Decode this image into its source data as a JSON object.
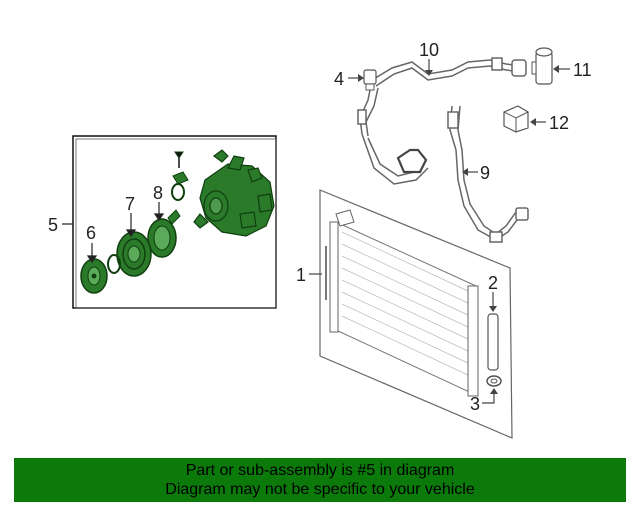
{
  "callouts": {
    "c1": "1",
    "c2": "2",
    "c3": "3",
    "c4": "4",
    "c5": "5",
    "c6": "6",
    "c7": "7",
    "c8": "8",
    "c9": "9",
    "c10": "10",
    "c11": "11",
    "c12": "12"
  },
  "banner": {
    "line1": "Part or sub-assembly is #5 in diagram",
    "line2": "Diagram may not be specific to your vehicle"
  },
  "colors": {
    "highlight": "#2a7a2a",
    "highlight_dark": "#0f3f0f",
    "banner_bg": "#0b7a0b",
    "line": "#555555"
  }
}
